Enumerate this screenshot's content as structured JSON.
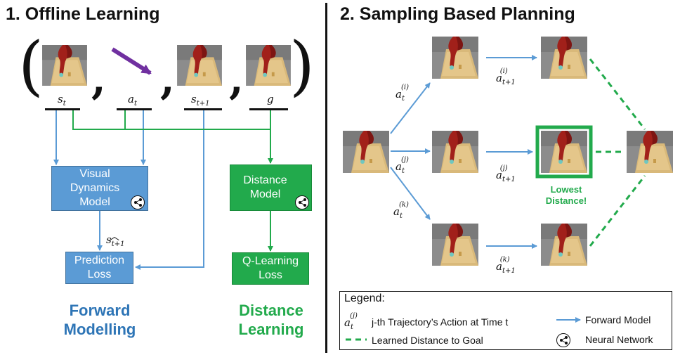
{
  "section1": {
    "title": "1. Offline Learning"
  },
  "section2": {
    "title": "2. Sampling Based Planning"
  },
  "tuple": {
    "labels": [
      "s_t",
      "a_t",
      "s_{t+1}",
      "g"
    ]
  },
  "boxes": {
    "visual_dynamics": "Visual\nDynamics\nModel",
    "prediction_loss": "Prediction\nLoss",
    "distance_model": "Distance\nModel",
    "q_learning_loss": "Q-Learning\nLoss"
  },
  "predicted_label": "s_{t+1} (hat)",
  "bottom_labels": {
    "forward": "Forward\nModelling",
    "distance": "Distance\nLearning"
  },
  "planning": {
    "actions_first": [
      "a_t^(i)",
      "a_t^(j)",
      "a_t^(k)"
    ],
    "actions_second": [
      "a_{t+1}^(i)",
      "a_{t+1}^(j)",
      "a_{t+1}^(k)"
    ],
    "callout": "Lowest\nDistance!"
  },
  "legend": {
    "title": "Legend:",
    "action_desc": "j-th Trajectory’s Action at Time t",
    "forward_model": "Forward Model",
    "learned_distance": "Learned Distance to Goal",
    "neural_network": "Neural Network"
  },
  "colors": {
    "blue": "#5b9bd5",
    "green": "#22aa4c",
    "purple": "#7030a0"
  }
}
